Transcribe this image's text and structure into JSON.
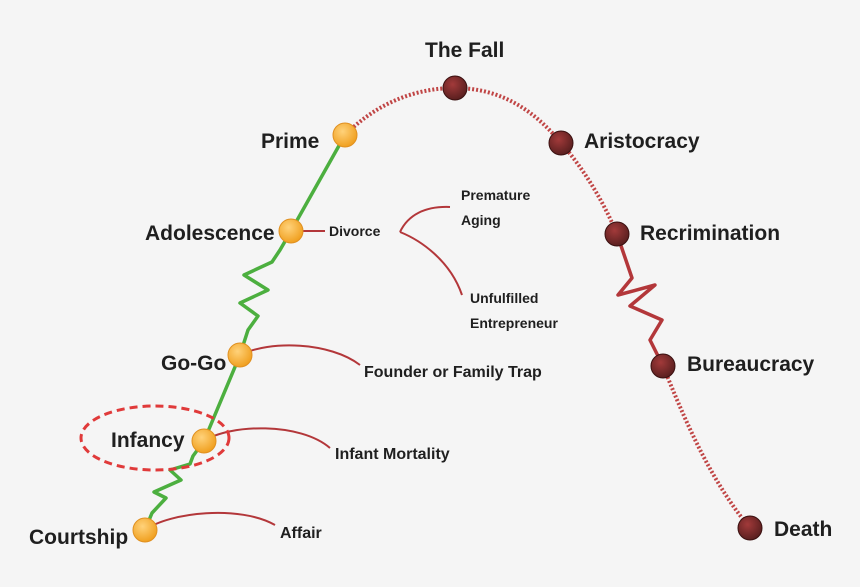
{
  "stages": {
    "courtship": "Courtship",
    "infancy": "Infancy",
    "gogo": "Go-Go",
    "adolescence": "Adolescence",
    "prime": "Prime",
    "the_fall": "The Fall",
    "aristocracy": "Aristocracy",
    "recrimination": "Recrimination",
    "bureaucracy": "Bureaucracy",
    "death": "Death"
  },
  "traps": {
    "affair": "Affair",
    "infant_mortality": "Infant Mortality",
    "founder_trap": "Founder or Family Trap",
    "divorce": "Divorce",
    "premature_aging_line1": "Premature",
    "premature_aging_line2": "Aging",
    "unfulfilled_line1": "Unfulfilled",
    "unfulfilled_line2": "Entrepreneur"
  },
  "colors": {
    "growth_line": "#4caf3f",
    "decline_line": "#b3373a",
    "growth_node": "#f5a623",
    "decline_node": "#7a2b2b",
    "trap_line": "#b3373a",
    "highlight_ring": "#e03a3a"
  }
}
